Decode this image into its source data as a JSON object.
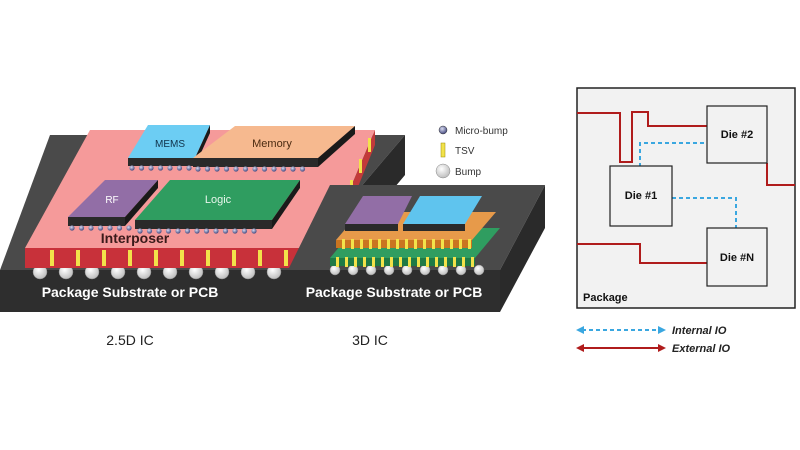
{
  "diagram_25d": {
    "caption": "2.5D IC",
    "substrate_label": "Package Substrate or PCB",
    "interposer_label": "Interposer",
    "chips": {
      "mems": "MEMS",
      "memory": "Memory",
      "rf": "RF",
      "logic": "Logic"
    }
  },
  "diagram_3d": {
    "caption": "3D IC",
    "substrate_label": "Package Substrate or PCB"
  },
  "legend": {
    "micro_bump": "Micro-bump",
    "tsv": "TSV",
    "bump": "Bump"
  },
  "package_diagram": {
    "package_label": "Package",
    "dies": [
      "Die #2",
      "Die #1",
      "Die #N"
    ],
    "internal_io": "Internal IO",
    "external_io": "External IO"
  },
  "colors": {
    "substrate": "#3a3a3a",
    "interposer": "#f28e8e",
    "mems": "#5fc4ee",
    "memory": "#f4b183",
    "rf": "#8e6aa0",
    "logic": "#2e9e5e",
    "tsv": "#f2e24a",
    "internal_io": "#3aa7e0",
    "external_io": "#b01c1c"
  }
}
